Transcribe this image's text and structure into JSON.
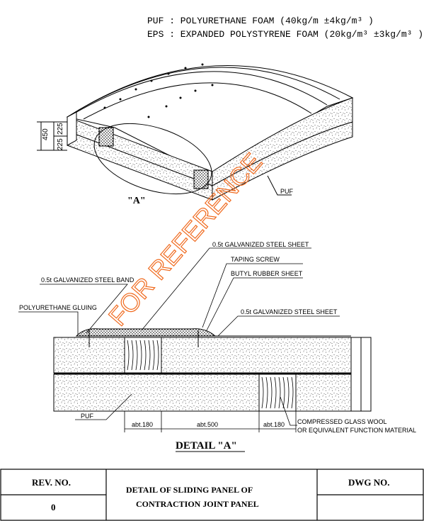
{
  "legend": {
    "puf": "PUF : POLYURETHANE FOAM (40kg/m  ±4kg/m³ )",
    "eps": "EPS : EXPANDED POLYSTYRENE FOAM (20kg/m³ ±3kg/m³ )"
  },
  "iso": {
    "dim_total": "450",
    "dim_upper": "225",
    "dim_lower": "225",
    "puf_label": "PUF",
    "callout": "\"A\""
  },
  "watermark": "FOR REFERENCE",
  "detail": {
    "galv_sheet_top": "0.5t GALVANIZED STEEL SHEET",
    "taping_screw": "TAPING SCREW",
    "butyl": "BUTYL RUBBER SHEET",
    "galv_band": "0.5t GALVANIZED STEEL BAND",
    "galv_sheet_right": "0.5t GALVANIZED STEEL SHEET",
    "pu_gluing": "POLYURETHANE GLUING",
    "puf": "PUF",
    "dim_180_left": "abt.180",
    "dim_500": "abt.500",
    "dim_180_right": "abt.180",
    "glass_wool_1": "COMPRESSED GLASS WOOL",
    "glass_wool_2": "OR EQUIVALENT FUNCTION MATERIAL",
    "title": "DETAIL \"A\""
  },
  "title_block": {
    "rev_label": "REV. NO.",
    "rev_value": "0",
    "title_line1": "DETAIL OF SLIDING PANEL OF",
    "title_line2": "CONTRACTION JOINT PANEL",
    "dwg_label": "DWG NO."
  }
}
